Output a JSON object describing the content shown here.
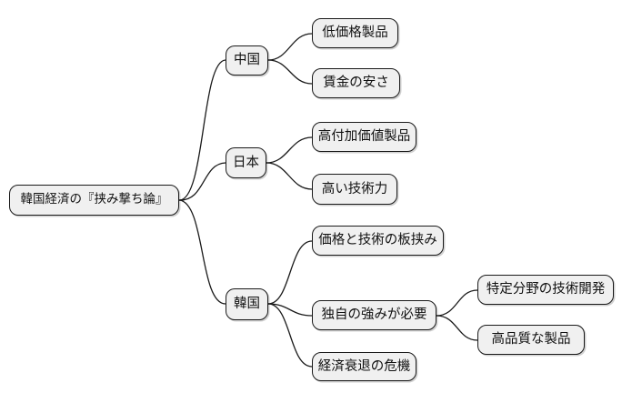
{
  "diagram": {
    "type": "mindmap",
    "title": "韓国経済の『挟み撃ち論』",
    "colors": {
      "background": "#ffffff",
      "node_fill": "#f0f0f0",
      "node_border": "#1a1a1a",
      "edge": "#1a1a1a",
      "text": "#111111"
    },
    "nodes": [
      {
        "id": "root",
        "label": "韓国経済の『挟み撃ち論』"
      },
      {
        "id": "china",
        "label": "中国"
      },
      {
        "id": "china-low-price",
        "label": "低価格製品"
      },
      {
        "id": "china-low-wages",
        "label": "賃金の安さ"
      },
      {
        "id": "japan",
        "label": "日本"
      },
      {
        "id": "japan-high-value",
        "label": "高付加価値製品"
      },
      {
        "id": "japan-high-tech",
        "label": "高い技術力"
      },
      {
        "id": "korea",
        "label": "韓国"
      },
      {
        "id": "korea-dilemma",
        "label": "価格と技術の板挟み"
      },
      {
        "id": "korea-strengths",
        "label": "独自の強みが必要"
      },
      {
        "id": "korea-decline",
        "label": "経済衰退の危機"
      },
      {
        "id": "strengths-rnd",
        "label": "特定分野の技術開発"
      },
      {
        "id": "strengths-quality",
        "label": "高品質な製品"
      }
    ],
    "edges": [
      {
        "from": "root",
        "to": "china"
      },
      {
        "from": "root",
        "to": "japan"
      },
      {
        "from": "root",
        "to": "korea"
      },
      {
        "from": "china",
        "to": "china-low-price"
      },
      {
        "from": "china",
        "to": "china-low-wages"
      },
      {
        "from": "japan",
        "to": "japan-high-value"
      },
      {
        "from": "japan",
        "to": "japan-high-tech"
      },
      {
        "from": "korea",
        "to": "korea-dilemma"
      },
      {
        "from": "korea",
        "to": "korea-strengths"
      },
      {
        "from": "korea",
        "to": "korea-decline"
      },
      {
        "from": "korea-strengths",
        "to": "strengths-rnd"
      },
      {
        "from": "korea-strengths",
        "to": "strengths-quality"
      }
    ]
  }
}
